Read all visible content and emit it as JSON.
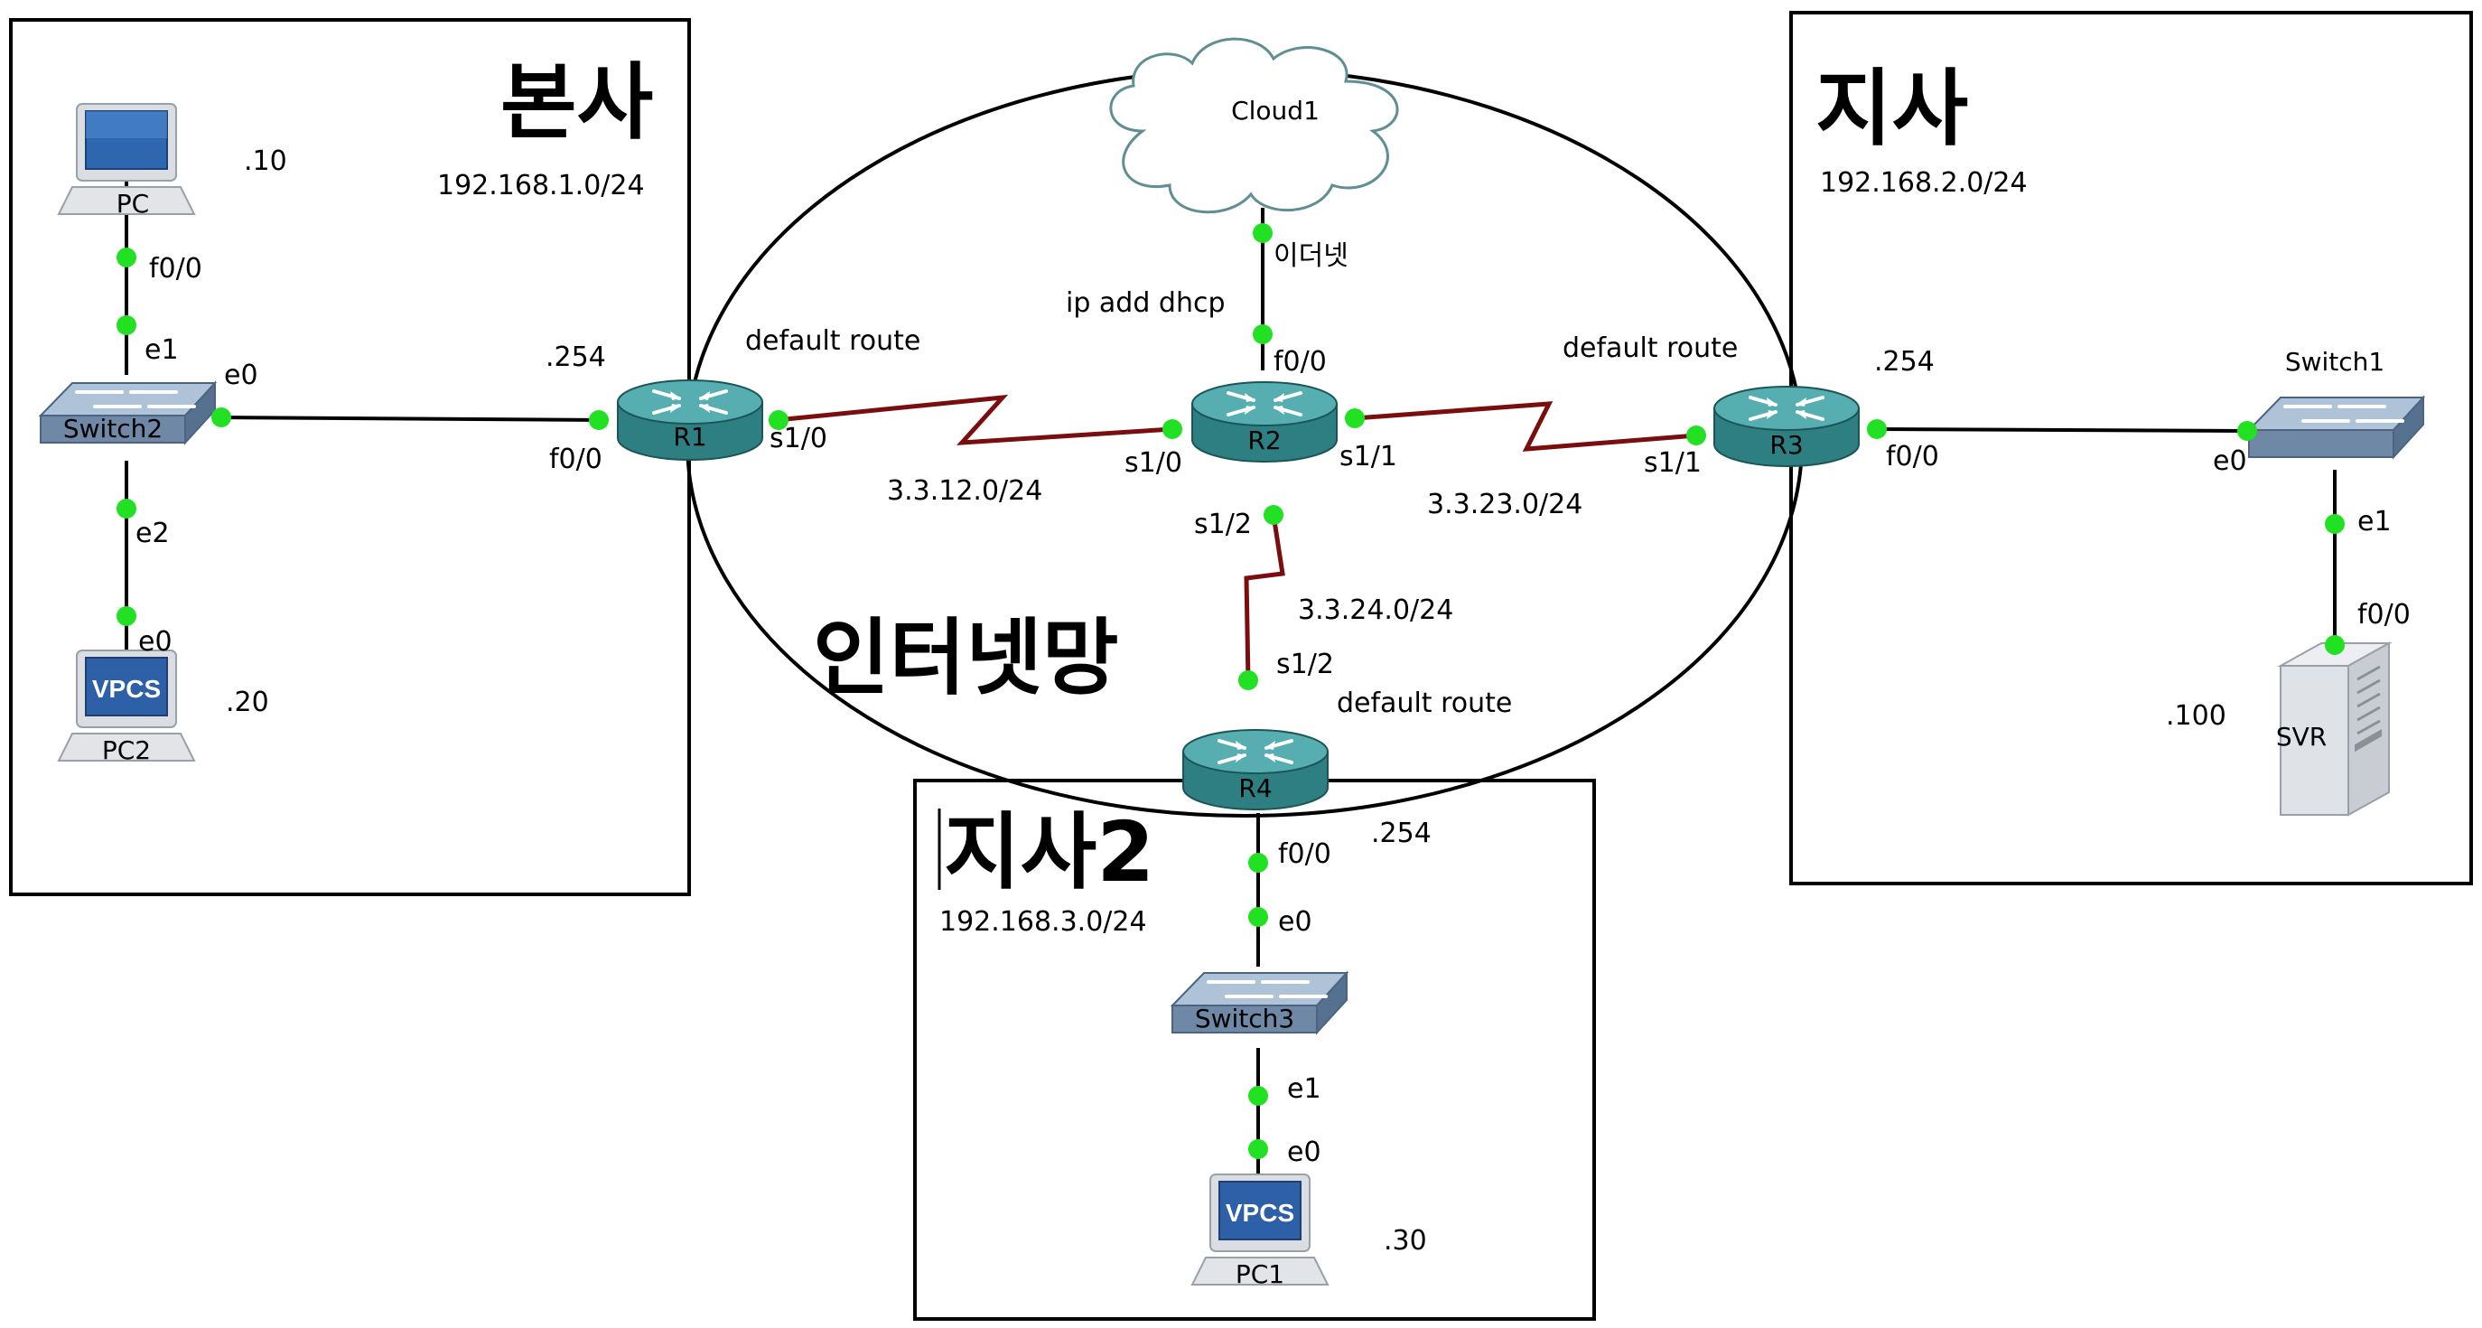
{
  "colors": {
    "serial_link": "#7a0d0d",
    "eth_link": "#000000",
    "port_dot": "#22e022",
    "router_body": "#2d7f82",
    "router_top": "#56aeb0",
    "switch_body": "#6f88a6",
    "switch_top": "#aec3d8",
    "cloud_stroke": "#5f8f93"
  },
  "areas": {
    "hq": {
      "title": "본사",
      "network": "192.168.1.0/24"
    },
    "branch": {
      "title": "지사",
      "network": "192.168.2.0/24"
    },
    "branch2": {
      "title": "지사2",
      "network": "192.168.3.0/24"
    },
    "internet": {
      "title": "인터넷망"
    }
  },
  "devices": {
    "cloud": {
      "name": "Cloud1",
      "icon": "cloud-icon"
    },
    "r1": {
      "name": "R1",
      "icon": "router-icon"
    },
    "r2": {
      "name": "R2",
      "icon": "router-icon"
    },
    "r3": {
      "name": "R3",
      "icon": "router-icon"
    },
    "r4": {
      "name": "R4",
      "icon": "router-icon"
    },
    "switch1": {
      "name": "Switch1",
      "icon": "switch-icon"
    },
    "switch2": {
      "name": "Switch2",
      "icon": "switch-icon"
    },
    "switch3": {
      "name": "Switch3",
      "icon": "switch-icon"
    },
    "pc": {
      "name": "PC",
      "icon": "pc-icon"
    },
    "pc1": {
      "name": "PC1",
      "screen_text": "VPCS",
      "icon": "vpcs-icon"
    },
    "pc2": {
      "name": "PC2",
      "screen_text": "VPCS",
      "icon": "vpcs-icon"
    },
    "svr": {
      "name": "SVR",
      "icon": "server-icon"
    }
  },
  "ports": {
    "pc_f00": "f0/0",
    "sw2_e1": "e1",
    "sw2_e0": "e0",
    "sw2_e2": "e2",
    "pc2_e0": "e0",
    "r1_f00": "f0/0",
    "r1_s10": "s1/0",
    "r2_s10": "s1/0",
    "r2_s11": "s1/1",
    "r2_s12": "s1/2",
    "r2_f00": "f0/0",
    "cloud_eth": "이더넷",
    "r3_s11": "s1/1",
    "r3_f00": "f0/0",
    "sw1_e0": "e0",
    "sw1_e1": "e1",
    "svr_f00": "f0/0",
    "r4_s12": "s1/2",
    "r4_f00": "f0/0",
    "sw3_e0": "e0",
    "sw3_e1": "e1",
    "pc1_e0": "e0"
  },
  "notes": {
    "r1_route": "default route",
    "r3_route": "default route",
    "r4_route": "default route",
    "r2_dhcp": "ip add dhcp",
    "net_12": "3.3.12.0/24",
    "net_23": "3.3.23.0/24",
    "net_24": "3.3.24.0/24"
  },
  "host_addresses": {
    "pc": ".10",
    "pc2": ".20",
    "r1": ".254",
    "r3": ".254",
    "svr": ".100",
    "r4": ".254",
    "pc1": ".30"
  }
}
